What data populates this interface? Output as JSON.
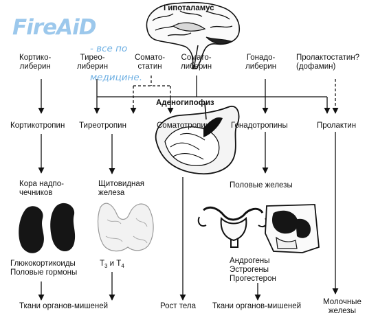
{
  "watermark": {
    "logo": "FireAiD",
    "tagline_line1": "- все по",
    "tagline_line2": "медицине."
  },
  "organs": {
    "hypothalamus": "Гипоталамус",
    "adenohypophysis": "Аденогипофиз"
  },
  "releasing": {
    "cortico": "Кортико-\nлиберин",
    "thyreo": "Тирео-\nлиберин",
    "somatostatin": "Сомато-\nстатин",
    "somatoliberin": "Сомато-\nлиберин",
    "gonado": "Гонадо-\nлиберин",
    "prolactostatin": "Пролактостатин?\n(дофамин)"
  },
  "hormones": {
    "corticotropin": "Кортикотропин",
    "thyreotropin": "Тиреотропин",
    "somatotropin": "Соматотропин",
    "gonadotropins": "Гонадотропины",
    "prolactin": "Пролактин"
  },
  "glands": {
    "adrenal": "Кора надпо-\nчечников",
    "thyroid": "Щитовидная\nжелеза",
    "gonads": "Половые железы"
  },
  "products": {
    "adrenal_line1": "Глюкокортикоиды",
    "adrenal_line2": "Половые гормоны",
    "thyroid_t": "Т",
    "thyroid_sub3": "3",
    "thyroid_and": " и Т",
    "thyroid_sub4": "4",
    "gonads": "Андрогены\nЭстрогены\nПрогестерон"
  },
  "targets": {
    "adrenal": "Ткани органов-мишеней",
    "growth": "Рост тела",
    "gonads": "Ткани органов-мишеней",
    "mammary": "Молочные\nжелезы"
  },
  "colors": {
    "line": "#111111",
    "logo": "#9cc8ec",
    "tagline": "#6fb0e3",
    "organ_fill": "#f4f4f4",
    "dark_fill": "#151515"
  }
}
